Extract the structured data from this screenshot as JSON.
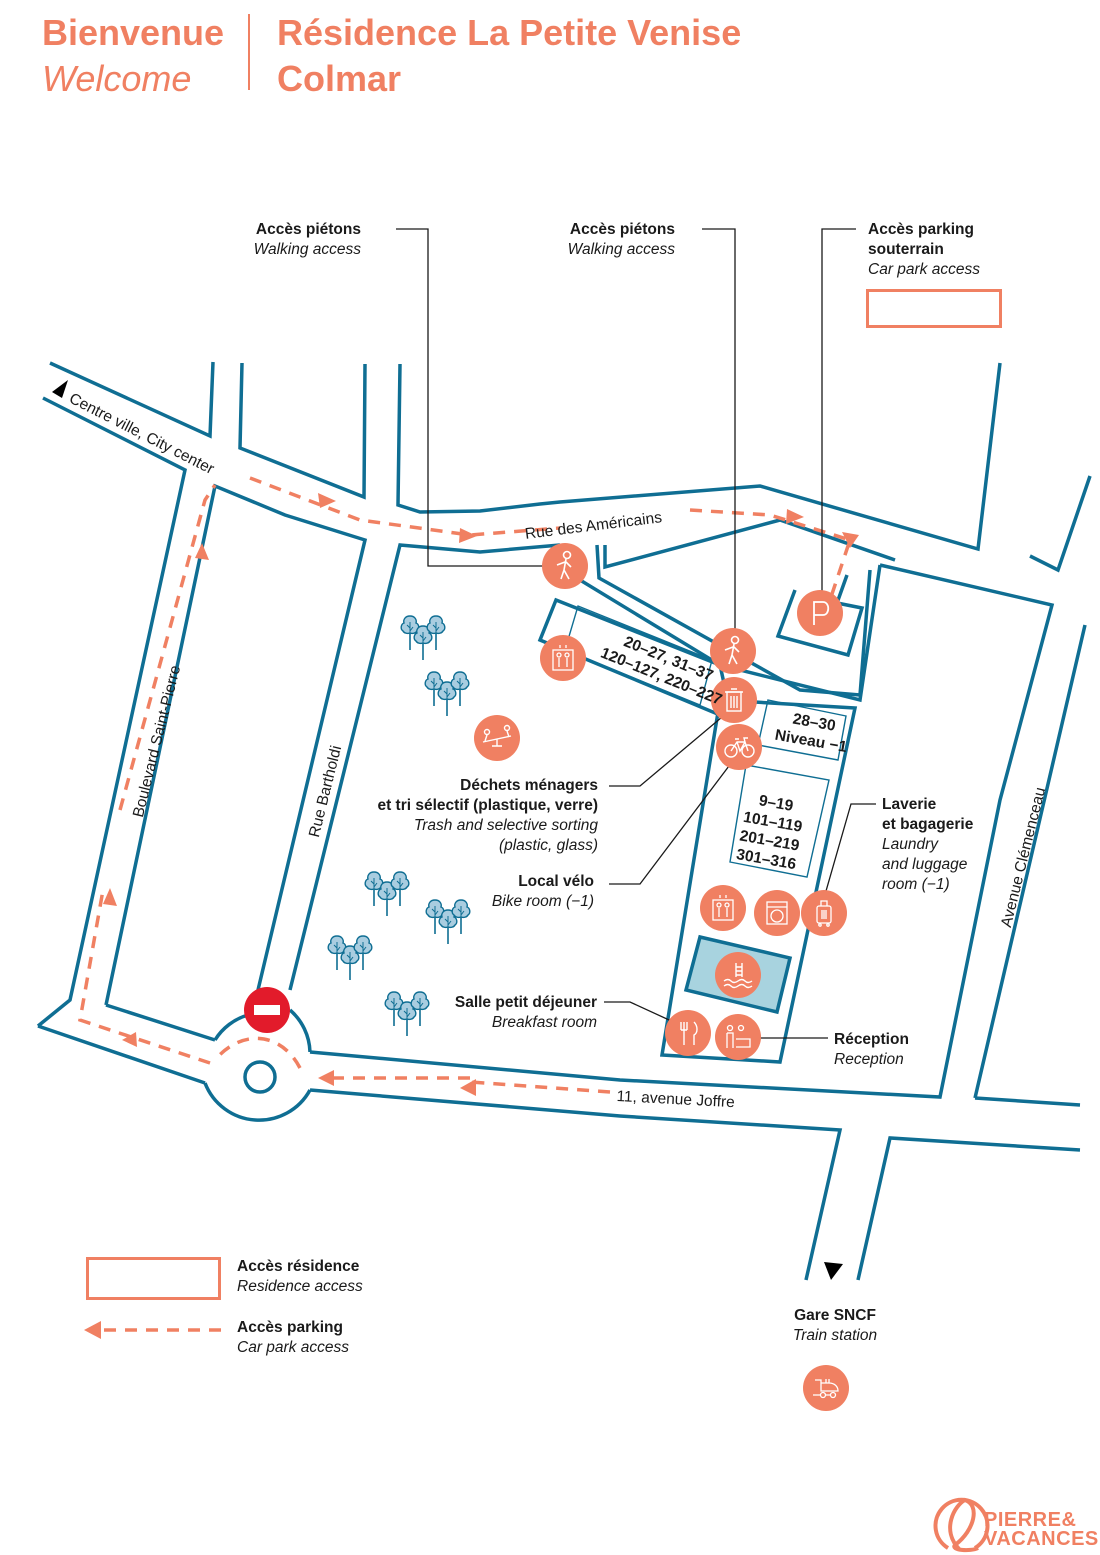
{
  "header": {
    "welcome_fr": "Bienvenue",
    "welcome_en": "Welcome",
    "residence_name": "Résidence La Petite Venise",
    "city": "Colmar"
  },
  "colors": {
    "accent": "#f08062",
    "street": "#0f6e93",
    "water": "#a8d3df",
    "tree_fill": "#a9cde0",
    "no_entry": "#e21b2b"
  },
  "callouts": {
    "walking_access_1": {
      "fr": "Accès piétons",
      "en": "Walking access"
    },
    "walking_access_2": {
      "fr": "Accès piétons",
      "en": "Walking access"
    },
    "car_park_access": {
      "fr_line1": "Accès parking",
      "fr_line2": "souterrain",
      "en": "Car park access"
    },
    "trash": {
      "fr_line1": "Déchets ménagers",
      "fr_line2": "et tri sélectif (plastique, verre)",
      "en_line1": "Trash and selective sorting",
      "en_line2": "(plastic, glass)"
    },
    "bike_room": {
      "fr": "Local vélo",
      "en": "Bike room (−1)"
    },
    "breakfast_room": {
      "fr": "Salle petit déjeuner",
      "en": "Breakfast room"
    },
    "laundry": {
      "fr_line1": "Laverie",
      "fr_line2": "et bagagerie",
      "en_line1": "Laundry",
      "en_line2": "and luggage",
      "en_line3": "room (−1)"
    },
    "reception": {
      "fr": "Réception",
      "en": "Reception"
    }
  },
  "buildings": {
    "block_a": {
      "line1": "20–27, 31–37",
      "line2": "120–127, 220–227"
    },
    "block_b": {
      "line1": "28–30",
      "line2": "Niveau −1"
    },
    "block_c": {
      "line1": "9–19",
      "line2": "101–119",
      "line3": "201–219",
      "line4": "301–316"
    }
  },
  "streets": {
    "centre_ville": "Centre ville, City center",
    "rue_americains": "Rue des Américains",
    "boulevard_saint_pierre": "Boulevard Saint-Pierre",
    "rue_bartholdi": "Rue Bartholdi",
    "avenue_clemenceau": "Avenue Clémenceau",
    "avenue_joffre": "11, avenue Joffre"
  },
  "destinations": {
    "train_station": {
      "fr": "Gare SNCF",
      "en": "Train station"
    }
  },
  "legend": [
    {
      "fr": "Accès résidence",
      "en": "Residence access",
      "symbol": "orange-rectangle"
    },
    {
      "fr": "Accès parking",
      "en": "Car park access",
      "symbol": "orange-dashed-arrow"
    }
  ],
  "icons": [
    "walking-icon",
    "walking-icon",
    "parking-icon",
    "elevator-icon",
    "trash-icon",
    "bike-icon",
    "playground-seesaw-icon",
    "elevator-icon",
    "washing-machine-icon",
    "luggage-icon",
    "swimming-pool-icon",
    "restaurant-icon",
    "reception-icon",
    "no-entry-icon",
    "train-icon",
    "tree-icon"
  ],
  "logo": {
    "line1": "PIERRE&",
    "line2": "VACANCES"
  }
}
